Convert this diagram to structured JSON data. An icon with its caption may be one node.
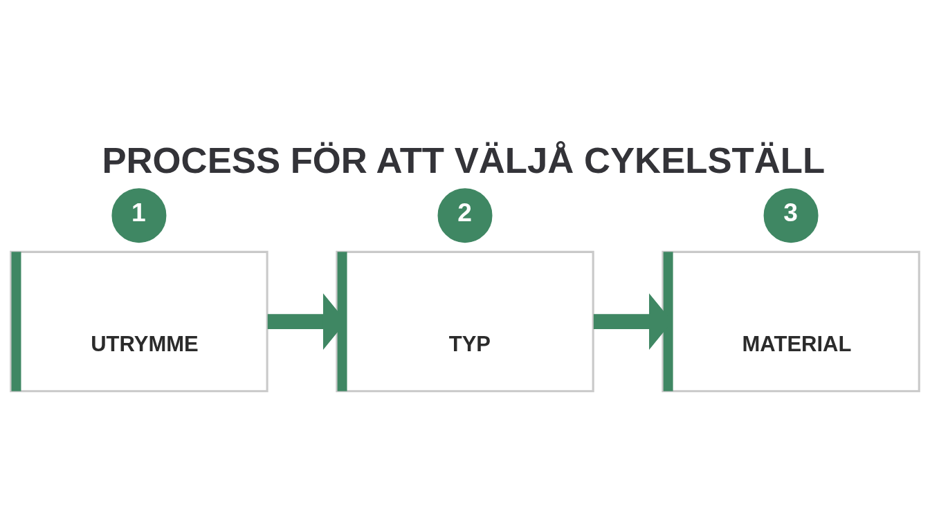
{
  "diagram": {
    "title": "PROCESS FÖR ATT VÄLJÅ CYKELSTÄLL",
    "nodes": [
      {
        "text": [
          "1"
        ]
      },
      {
        "text": [
          "UTRYMME"
        ]
      },
      {
        "text": [
          "2"
        ]
      },
      {
        "text": [
          "TYP"
        ]
      },
      {
        "text": [
          "3"
        ]
      },
      {
        "text": [
          "MATERIAL"
        ]
      }
    ],
    "edges": [
      {
        "from": 1,
        "to": 3,
        "arrow": "to"
      },
      {
        "from": 3,
        "to": 5,
        "arrow": "to"
      }
    ]
  }
}
